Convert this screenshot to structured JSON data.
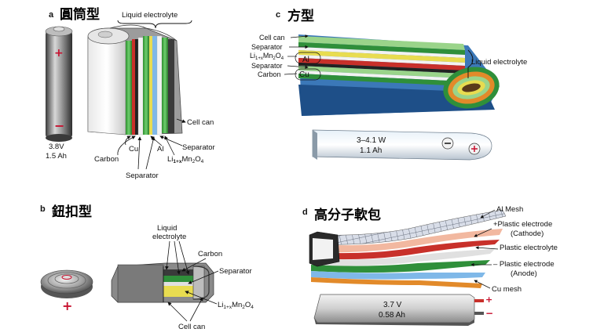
{
  "colors": {
    "cathode_green": "#3ca83c",
    "separator_white": "#f2f2f2",
    "carbon_dark": "#222222",
    "copper_red": "#c8302a",
    "aluminium_yellow": "#e8dc50",
    "electrolyte_blue": "#7fb8e8",
    "can_grey": "#8c8c8c",
    "cathode_orange": "#e28a2a",
    "polarity_red": "#c8102e"
  },
  "panel_a": {
    "letter": "a",
    "title": "圓筒型",
    "battery_plus": "+",
    "battery_minus": "−",
    "voltage": "3.8V",
    "capacity": "1.5 Ah",
    "labels": {
      "liquid_electrolyte": "Liquid electrolyte",
      "cell_can": "Cell can",
      "cu": "Cu",
      "al": "Al",
      "separator_right": "Separator",
      "carbon": "Carbon",
      "limn_main": "Li",
      "limn_sub1": "1+x",
      "limn_mid": "Mn",
      "limn_sub2": "2",
      "limn_o": "O",
      "limn_sub3": "4",
      "separator_bottom": "Separator"
    }
  },
  "panel_b": {
    "letter": "b",
    "title": "鈕扣型",
    "coin_plus": "+",
    "labels": {
      "liquid": "Liquid",
      "electrolyte": "electrolyte",
      "carbon": "Carbon",
      "separator": "Separator",
      "limn_main": "Li",
      "limn_sub1": "1+x",
      "limn_mid": "Mn",
      "limn_sub2": "2",
      "limn_o": "O",
      "limn_sub3": "4",
      "cell_can": "Cell can"
    }
  },
  "panel_c": {
    "letter": "c",
    "title": "方型",
    "power": "3–4.1 W",
    "capacity": "1.1 Ah",
    "labels": {
      "cell_can": "Cell can",
      "separator_top": "Separator",
      "limn_main": "Li",
      "limn_sub1": "1+x",
      "limn_mid": "Mn",
      "limn_sub2": "2",
      "limn_o": "O",
      "limn_sub3": "4",
      "al": "Al",
      "separator_bottom": "Separator",
      "carbon": "Carbon",
      "cu": "Cu",
      "liquid_electrolyte": "Liquid electrolyte"
    }
  },
  "panel_d": {
    "letter": "d",
    "title": "高分子軟包",
    "voltage": "3.7 V",
    "capacity": "0.58 Ah",
    "plus": "+",
    "minus": "−",
    "labels": {
      "al_mesh": "Al Mesh",
      "plastic_cathode_1": "+Plastic electrode",
      "plastic_cathode_2": "(Cathode)",
      "plastic_electrolyte": "Plastic electrolyte",
      "plastic_anode_1": "– Plastic electrode",
      "plastic_anode_2": "(Anode)",
      "cu_mesh": "Cu mesh"
    }
  }
}
